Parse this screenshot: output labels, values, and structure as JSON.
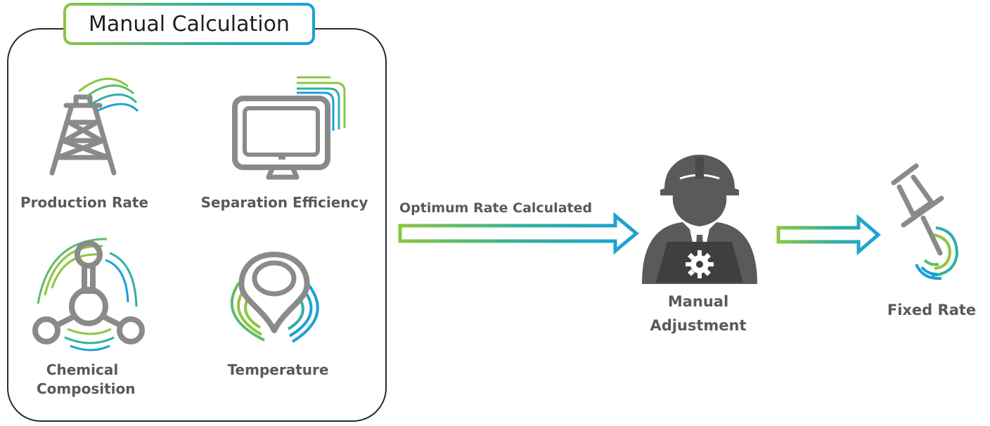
{
  "panel": {
    "title": "Manual Calculation",
    "items": [
      {
        "label": "Production Rate",
        "icon": "oil-derrick-icon"
      },
      {
        "label": "Separation Efficiency",
        "icon": "monitor-icon"
      },
      {
        "label": "Chemical Composition",
        "icon": "molecule-icon"
      },
      {
        "label": "Temperature",
        "icon": "location-pin-icon"
      }
    ]
  },
  "flow": {
    "arrow1_label": "Optimum Rate Calculated",
    "adjustment_label": "Manual Adjustment",
    "fixed_label": "Fixed Rate"
  },
  "colors": {
    "green": "#8cc63f",
    "blue": "#1aa0d8",
    "icon_gray": "#8a8a8a",
    "worker_gray": "#5a5a5a"
  }
}
